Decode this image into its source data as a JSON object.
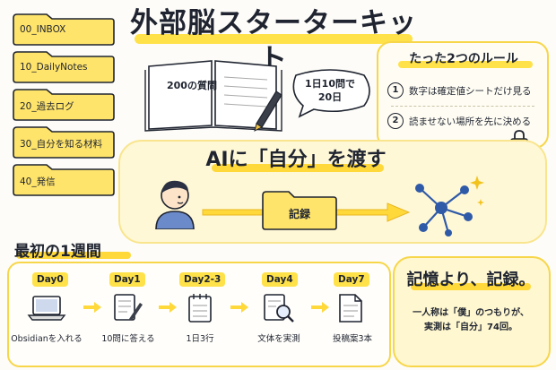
{
  "title": "外部脳スターターキット",
  "folders": [
    {
      "label": "00_INBOX"
    },
    {
      "label": "10_DailyNotes"
    },
    {
      "label": "20_過去ログ"
    },
    {
      "label": "30_自分を知る材料"
    },
    {
      "label": "40_発信"
    }
  ],
  "book": {
    "label": "200の質問"
  },
  "bubble": {
    "line1": "1日10問で",
    "line2": "20日"
  },
  "rules": {
    "title": "たった2つのルール",
    "items": [
      {
        "num": "1",
        "text": "数字は確定値シートだけ見る"
      },
      {
        "num": "2",
        "text": "読ませない場所を先に決める"
      }
    ]
  },
  "middle": {
    "headline": "AIに「自分」を渡す",
    "record_label": "記録"
  },
  "week": {
    "title": "最初の1週間",
    "steps": [
      {
        "day": "Day0",
        "label": "Obsidianを入れる",
        "icon": "laptop-icon"
      },
      {
        "day": "Day1",
        "label": "10問に答える",
        "icon": "pencil-note-icon"
      },
      {
        "day": "Day2-3",
        "label": "1日3行",
        "icon": "notepad-icon"
      },
      {
        "day": "Day4",
        "label": "文体を実測",
        "icon": "magnifier-doc-icon"
      },
      {
        "day": "Day7",
        "label": "投稿案3本",
        "icon": "document-icon"
      }
    ]
  },
  "motto": {
    "title": "記憶より、記録。",
    "line1": "一人称は「僕」のつもりが、",
    "line2": "実測は「自分」74回。"
  },
  "colors": {
    "accent": "#ffd83a",
    "folder": "#ffe46b",
    "ink": "#1f2430",
    "network": "#2f5aa8"
  }
}
